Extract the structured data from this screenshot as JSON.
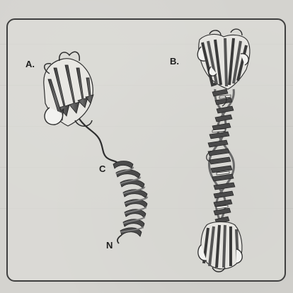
{
  "panels": [
    {
      "label": "A."
    },
    {
      "label": "B."
    }
  ],
  "termini": {
    "c_terminus": "C",
    "n_terminus": "N"
  },
  "colors": {
    "background": "#d4d3cf",
    "border": "#3f3f3f",
    "ribbon_dark": "#4a4a4a",
    "ribbon_light": "#f2f2f0",
    "text": "#1e1e1e"
  }
}
